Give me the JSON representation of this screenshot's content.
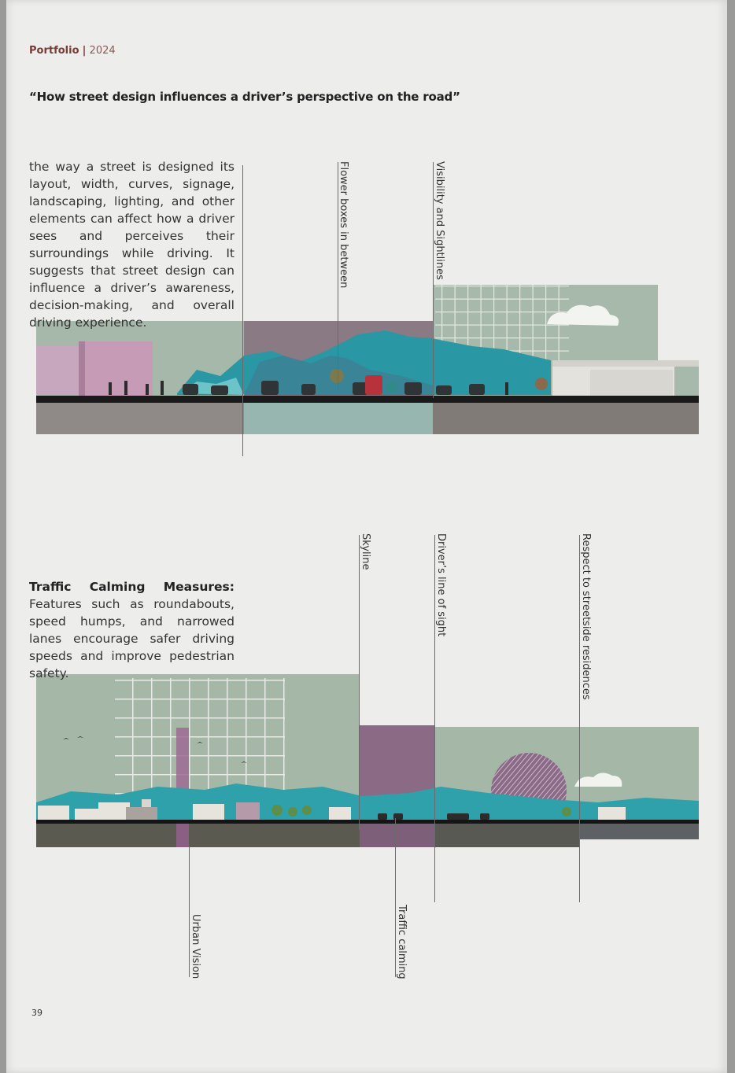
{
  "header": {
    "brand": "Portfolio",
    "separator": "|",
    "year": "2024"
  },
  "title": "“How street design influences a driver’s perspective on the road”",
  "intro_text": "the way a street is designed  its layout, width, curves, signage, landscaping, lighting, and other elements  can affect how a driver sees and perceives their surroundings while driving. It suggests that street design can influence a driver’s awareness, decision-making, and overall driving experience.",
  "traffic": {
    "heading": "Traffic Calming Measures:",
    "text": "Features such as roundabouts, speed humps, and narrowed lanes encourage safer driving speeds and improve pedestrian safety."
  },
  "labels_top": {
    "flower_boxes": "Flower boxes in between",
    "visibility": "Visibility and Sightlines"
  },
  "labels_bottom": {
    "skyline": "Skyline",
    "drivers_sight": "Driver’s line of sight",
    "respect": "Respect to streetside residences",
    "urban_vision": "Urban Vision",
    "traffic_calming": "Traffic calming"
  },
  "page_number": "39",
  "colors": {
    "accent": "#7a3b33",
    "sage": "#9fb5a5",
    "mauve": "#8b6a7f",
    "teal": "#2e9ea6",
    "road": "#1a1a1a"
  }
}
